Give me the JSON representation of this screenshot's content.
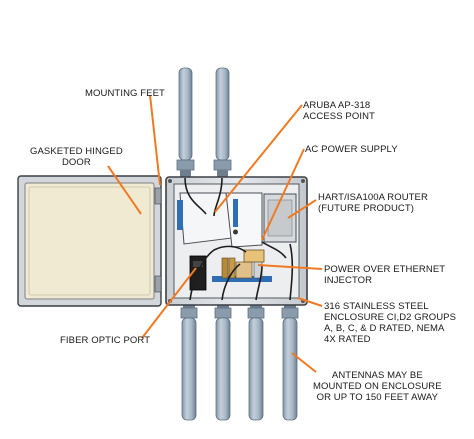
{
  "labels": {
    "mounting_feet": "MOUNTING FEET",
    "gasketed_door": [
      "GASKETED HINGED",
      "DOOR"
    ],
    "access_point": [
      "ARUBA AP-318",
      "ACCESS POINT"
    ],
    "ac_power": "AC POWER SUPPLY",
    "router": [
      "HART/ISA100A ROUTER",
      "(FUTURE PRODUCT)"
    ],
    "poe": [
      "POWER OVER ETHERNET",
      "INJECTOR"
    ],
    "enclosure": [
      "316 STAINLESS STEEL",
      "ENCLOSURE CI,D2 GROUPS",
      "A, B, C, & D RATED, NEMA",
      "4X RATED"
    ],
    "fiber_port": "FIBER OPTIC PORT",
    "antennas": [
      "ANTENNAS MAY BE",
      "MOUNTED ON ENCLOSURE",
      "OR UP TO 150 FEET AWAY"
    ]
  },
  "colors": {
    "leader": "#f07a22",
    "enclosure_fill": "#d9dde1",
    "enclosure_stroke": "#3b3f44",
    "interior": "#eceef0",
    "door_panel": "#f1ead3",
    "antenna": "#a9b8c6",
    "antenna_dark": "#6f8294",
    "cable": "#1d1d1d",
    "din_rail": "#2f6db5"
  }
}
